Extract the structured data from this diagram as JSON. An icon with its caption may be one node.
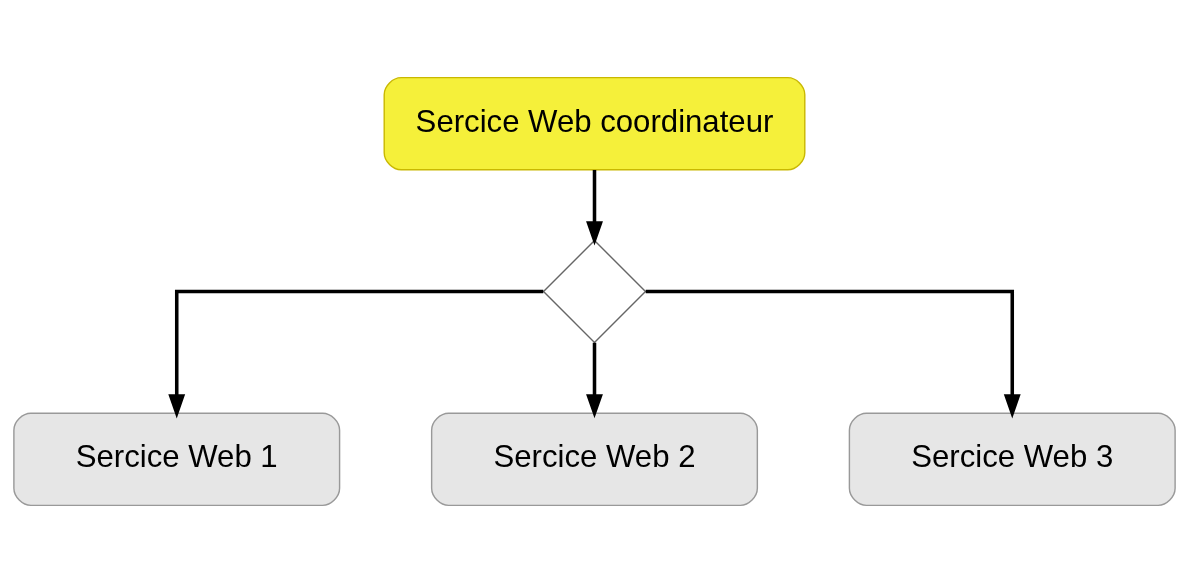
{
  "diagram": {
    "nodes": [
      {
        "text": [
          "Sercice Web coordinateur"
        ]
      },
      {
        "text": [],
        "shape": "diamond"
      },
      {
        "text": [
          "Sercice Web 1"
        ]
      },
      {
        "text": [
          "Sercice Web 2"
        ]
      },
      {
        "text": [
          "Sercice Web 3"
        ]
      }
    ],
    "edges": [
      {
        "from": 0,
        "to": 1,
        "arrow": "to"
      },
      {
        "from": 1,
        "to": 2,
        "arrow": "to"
      },
      {
        "from": 1,
        "to": 3,
        "arrow": "to"
      },
      {
        "from": 1,
        "to": 4,
        "arrow": "to"
      }
    ]
  }
}
